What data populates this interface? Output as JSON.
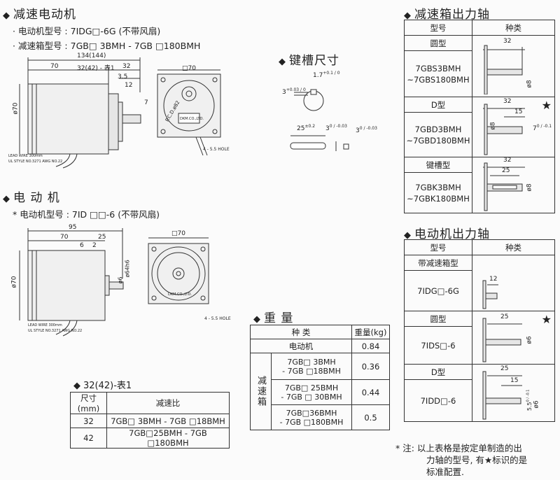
{
  "gearmotor": {
    "heading": "减速电动机",
    "model_line": "电动机型号 : 7IDG□-6G (不带风扇)",
    "gearbox_line": "减速箱型号 : 7GB□ 3BMH - 7GB □180BMH",
    "dims": {
      "total": "134(144)",
      "d70": "70",
      "d32_42": "32(42) - 表1",
      "d32": "32",
      "d35": "3.5",
      "d12": "12",
      "d7": "7",
      "dia70": "□70",
      "phi70": "ø70",
      "lead_wire": "LEAD WIRE 300mm",
      "ul_style": "UL STYLE NO.3271 AWG NO.22",
      "hole": "4 - 5.5 HOLE",
      "pcd": "P.C.D.ø82",
      "brand": "DKM.CO.,LTD."
    }
  },
  "keyway": {
    "heading": "键槽尺寸",
    "d17": "1.7",
    "d17_tol": "+0.1 / 0",
    "d3": "3",
    "d3_tol": "+0.03 / 0",
    "d25": "25",
    "d25_tol": "±0.2",
    "d3b": "3",
    "d3b_tol": "0 / -0.03",
    "d3c": "3",
    "d3c_tol": "0 / -0.03"
  },
  "motor": {
    "heading": "电 动 机",
    "model_line": "电动机型号 : 7ID □□-6 (不带风扇)",
    "dims": {
      "d95": "95",
      "d70": "70",
      "d25": "25",
      "d6": "6",
      "d2": "2",
      "phi70": "ø70",
      "phi6": "ø6",
      "phi64": "ø64h6",
      "dia70": "□70",
      "hole": "4 - 5.5 HOLE",
      "lead_wire": "LEAD WIRE 300mm",
      "ul_style": "UL STYLE NO.3271 AWG NO.22",
      "brand": "DKM.CO.,LTD."
    }
  },
  "table1": {
    "heading": "32(42)-表1",
    "headers": [
      "尺寸(mm)",
      "减速比"
    ],
    "rows": [
      [
        "32",
        "7GB□ 3BMH - 7GB □18BMH"
      ],
      [
        "42",
        "7GB□25BMH - 7GB □180BMH"
      ]
    ]
  },
  "weight": {
    "heading": "重 量",
    "headers": [
      "种 类",
      "重量(kg)"
    ],
    "motor_label": "电动机",
    "motor_value": "0.84",
    "gearbox_label": "减速箱",
    "rows": [
      [
        "7GB□ 3BMH",
        "- 7GB □18BMH",
        "0.36"
      ],
      [
        "7GB□ 25BMH",
        "- 7GB □ 30BMH",
        "0.44"
      ],
      [
        "7GB□36BMH",
        "- 7GB □180BMH",
        "0.5"
      ]
    ]
  },
  "gearbox_shaft": {
    "heading": "减速箱出力轴",
    "headers": [
      "型号",
      "种类"
    ],
    "rows": [
      {
        "type": "圆型",
        "model1": "7GBS3BMH",
        "model2": "~7GBS180BMH",
        "dim_a": "32",
        "dim_phi": "ø8",
        "star": false
      },
      {
        "type": "D型",
        "model1": "7GBD3BMH",
        "model2": "~7GBD180BMH",
        "dim_a": "32",
        "dim_b": "15",
        "dim_phi": "ø8",
        "dim_c": "7",
        "dim_c_tol": "0 / -0.1",
        "star": true
      },
      {
        "type": "键槽型",
        "model1": "7GBK3BMH",
        "model2": "~7GBK180BMH",
        "dim_a": "32",
        "dim_b": "25",
        "dim_phi": "ø8",
        "star": false
      }
    ]
  },
  "motor_shaft": {
    "heading": "电动机出力轴",
    "headers": [
      "型号",
      "种类"
    ],
    "rows": [
      {
        "type": "带减速箱型",
        "model": "7IDG□-6G",
        "dim_a": "12",
        "star": false
      },
      {
        "type": "圆型",
        "model": "7IDS□-6",
        "dim_a": "25",
        "dim_phi": "ø6",
        "star": true
      },
      {
        "type": "D型",
        "model": "7IDD□-6",
        "dim_a": "25",
        "dim_b": "15",
        "dim_c": "5.5",
        "dim_c_tol": "0 / -0.1",
        "dim_phi": "ø6",
        "star": false
      }
    ]
  },
  "note": {
    "mark": "* 注:",
    "line1": "以上表格是按定单制造的出",
    "line2": "力轴的型号, 有★标识的是",
    "line3": "标准配置."
  }
}
